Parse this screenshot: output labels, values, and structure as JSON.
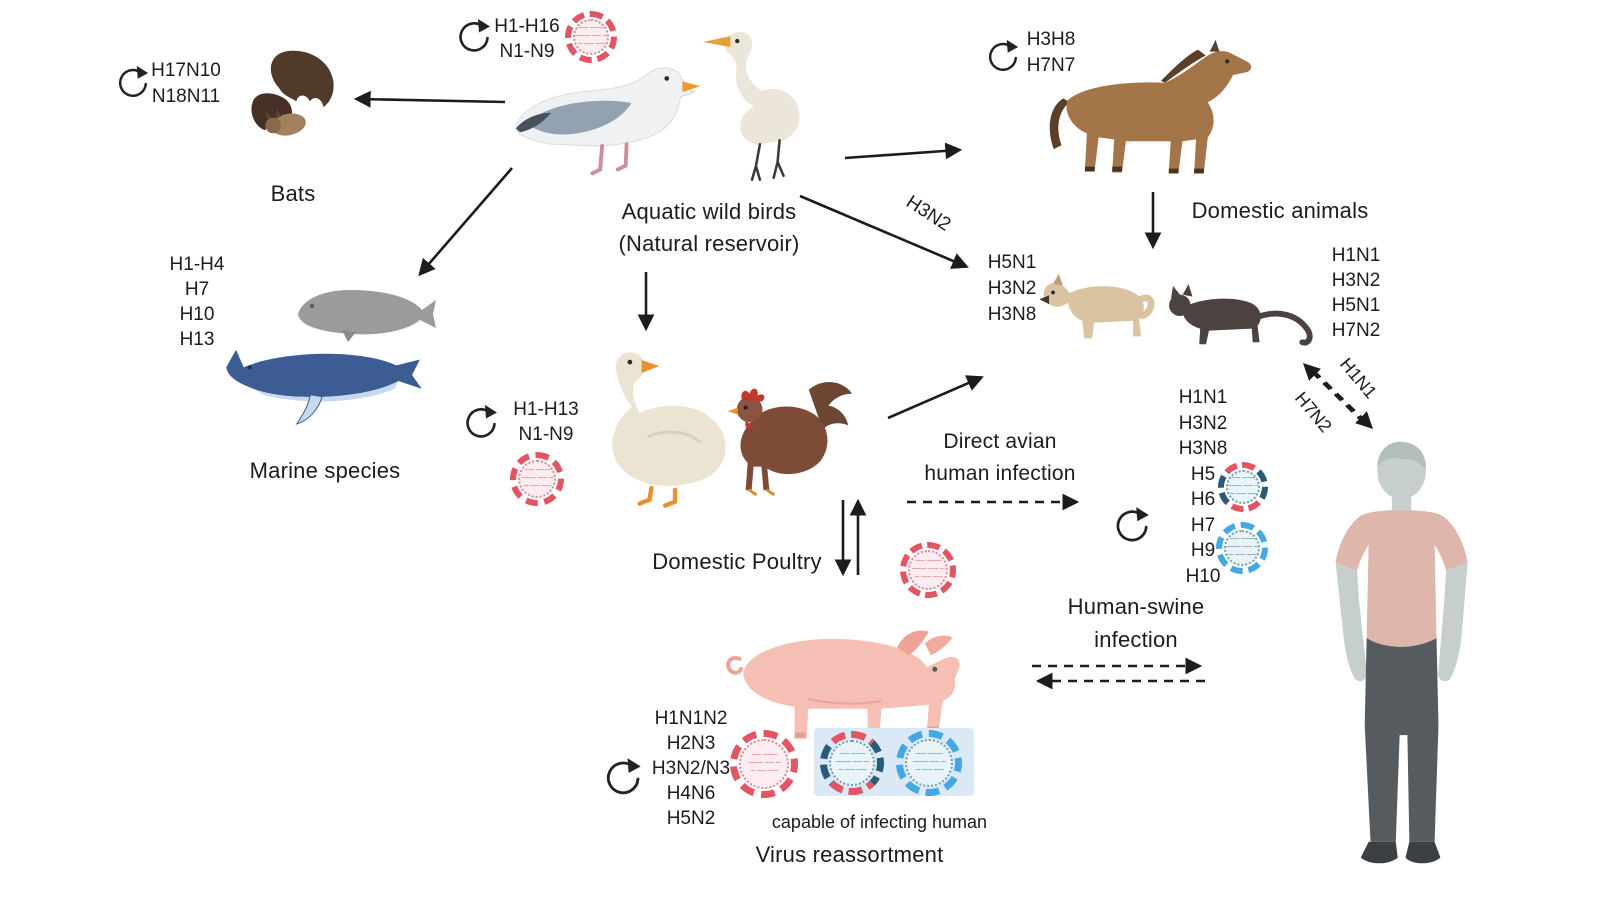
{
  "sections": {
    "bats": {
      "label": "Bats",
      "strains": [
        "H17N10",
        "N18N11"
      ]
    },
    "wild_birds": {
      "label1": "Aquatic wild birds",
      "label2": "(Natural reservoir)",
      "strains": [
        "H1-H16",
        "N1-N9"
      ]
    },
    "domestic_animals": {
      "label": "Domestic animals",
      "strains": [
        "H3H8",
        "H7N7"
      ]
    },
    "dog": {
      "strains": [
        "H5N1",
        "H3N2",
        "H3N8"
      ]
    },
    "cat": {
      "strains": [
        "H1N1",
        "H3N2",
        "H5N1",
        "H7N2"
      ]
    },
    "marine": {
      "label": "Marine species",
      "strains": [
        "H1-H4",
        "H7",
        "H10",
        "H13"
      ]
    },
    "poultry": {
      "label": "Domestic Poultry",
      "strains": [
        "H1-H13",
        "N1-N9"
      ]
    },
    "human_infection": {
      "strains": [
        "H1N1",
        "H3N2",
        "H3N8",
        "H5",
        "H6",
        "H7",
        "H9",
        "H10"
      ]
    },
    "swine": {
      "label": "Virus reassortment",
      "caption": "capable of infecting human",
      "strains": [
        "H1N1N2",
        "H2N3",
        "H3N2/N3",
        "H4N6",
        "H5N2"
      ]
    }
  },
  "edges": {
    "birds_to_animals": "H3N2",
    "direct_avian1": "Direct avian",
    "direct_avian2": "human infection",
    "human_swine1": "Human-swine",
    "human_swine2": "infection",
    "cat_human_a": "H1N1",
    "cat_human_b": "H7N2"
  },
  "colors": {
    "virus_red": "#e25562",
    "virus_blue": "#45a7e3",
    "virus_navy": "#2a5a7a",
    "highlight_box": "#dbe9f6",
    "text": "#1c1c1c"
  }
}
